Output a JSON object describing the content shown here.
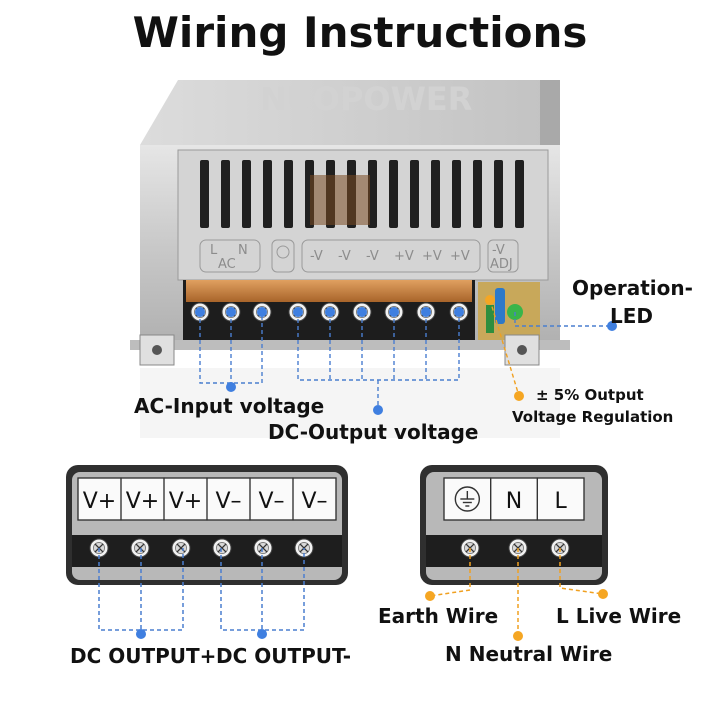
{
  "title": "Wiring Instructions",
  "psu": {
    "watermark": "NUOPOWER",
    "silk_ac": [
      "L",
      "N",
      "AC"
    ],
    "silk_dc": [
      "-V",
      "-V",
      "-V",
      "+V",
      "+V",
      "+V"
    ],
    "silk_adj": [
      "-V",
      "ADJ"
    ]
  },
  "labels": {
    "operation_led_line1": "Operation-",
    "operation_led_line2": "LED",
    "regulation_line1": "± 5%  Output",
    "regulation_line2": "Voltage Regulation",
    "ac_input": "AC-Input voltage",
    "dc_output": "DC-Output voltage"
  },
  "dc_terminal": {
    "terminals": [
      "V+",
      "V+",
      "V+",
      "V–",
      "V–",
      "V–"
    ],
    "label_plus": "DC OUTPUT+",
    "label_minus": "DC OUTPUT-"
  },
  "ac_terminal": {
    "terminals": [
      "⏚",
      "N",
      "L"
    ],
    "earth_label": "Earth Wire",
    "neutral_label": "N Neutral Wire",
    "live_label": "L Live Wire"
  },
  "colors": {
    "blue_line": "#4a7ecf",
    "orange_line": "#f0a020",
    "dot_blue": "#3f7fe0",
    "dot_orange": "#f5a623",
    "panel_gray": "#b8b8b8",
    "panel_dark": "#2f2f2f"
  }
}
